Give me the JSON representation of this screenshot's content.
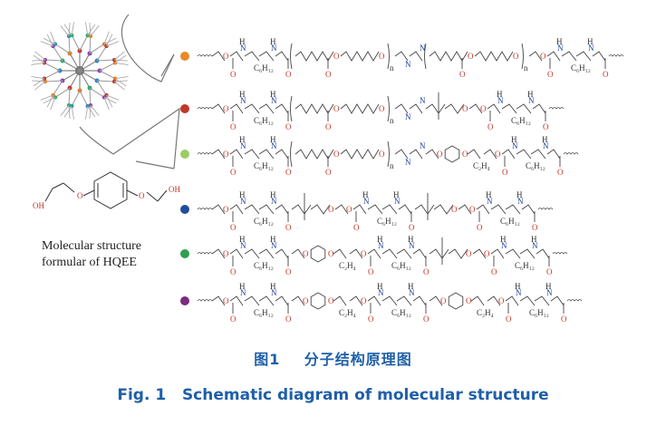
{
  "hqee_label_line1": "Molecular structure",
  "hqee_label_line2": "formular of HQEE",
  "hqee_atoms": {
    "oh_left": "OH",
    "oh_right": "OH"
  },
  "caption_cn": {
    "fig": "图1",
    "title": "分子结构原理图"
  },
  "caption_en": {
    "fig": "Fig. 1",
    "title": "Schematic diagram of molecular structure"
  },
  "chains": [
    {
      "dot_color": "#e8892b",
      "segments": [
        "urethane",
        "soft",
        "amine",
        "soft",
        "urethane"
      ]
    },
    {
      "dot_color": "#c0392b",
      "segments": [
        "urethane",
        "soft",
        "amine",
        "branch",
        "urethane"
      ]
    },
    {
      "dot_color": "#9ccc65",
      "segments": [
        "urethane",
        "soft",
        "amine",
        "hqee",
        "urethane"
      ]
    },
    {
      "dot_color": "#1f4e9a",
      "segments": [
        "urethane",
        "branch",
        "urethane",
        "branch",
        "urethane"
      ]
    },
    {
      "dot_color": "#2e9e4f",
      "segments": [
        "urethane",
        "hqee",
        "urethane",
        "branch",
        "urethane"
      ]
    },
    {
      "dot_color": "#7a2c7e",
      "segments": [
        "urethane",
        "hqee",
        "urethane",
        "hqee",
        "urethane"
      ]
    }
  ],
  "subscripts": {
    "n": "n",
    "c6": "C₆H₁₂",
    "et": "C₂H₄"
  },
  "icons": {
    "dendrimer": "dendrimer-icon",
    "callout": "speech-callout-icon"
  }
}
